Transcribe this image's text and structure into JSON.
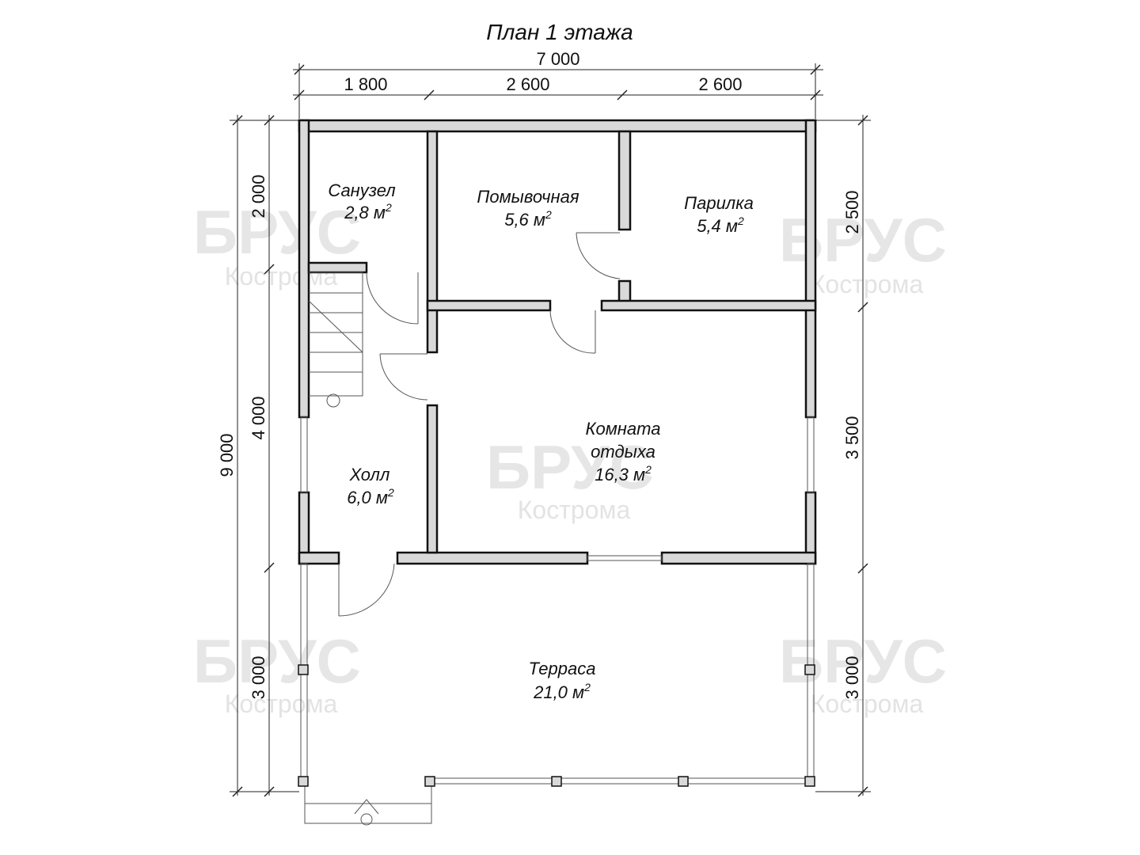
{
  "title": "План 1 этажа",
  "watermark": {
    "brand": "БРУС",
    "city": "Кострома"
  },
  "dimensions": {
    "top_total": "7 000",
    "top_parts": [
      "1 800",
      "2 600",
      "2 600"
    ],
    "left_total": "9 000",
    "left_parts": [
      "2 000",
      "4 000",
      "3 000"
    ],
    "right_parts": [
      "2 500",
      "3 500",
      "3 000"
    ]
  },
  "rooms": [
    {
      "name": "Санузел",
      "area": "2,8 м",
      "sup": "2"
    },
    {
      "name": "Помывочная",
      "area": "5,6 м",
      "sup": "2"
    },
    {
      "name": "Парилка",
      "area": "5,4 м",
      "sup": "2"
    },
    {
      "name": "Комната",
      "name2": "отдыха",
      "area": "16,3 м",
      "sup": "2"
    },
    {
      "name": "Холл",
      "area": "6,0 м",
      "sup": "2"
    },
    {
      "name": "Терраса",
      "area": "21,0 м",
      "sup": "2"
    }
  ]
}
